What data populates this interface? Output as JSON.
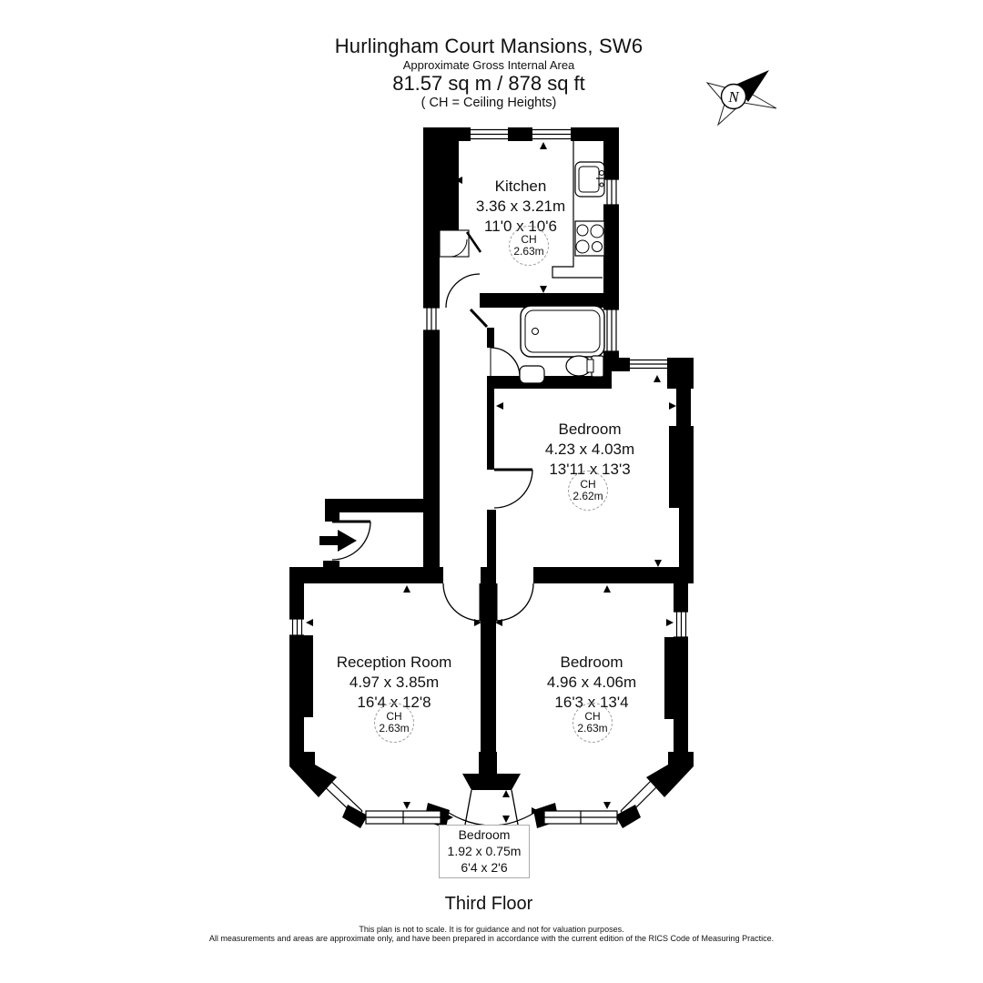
{
  "header": {
    "title": "Hurlingham Court Mansions, SW6",
    "subtitle": "Approximate Gross Internal Area",
    "area": "81.57 sq m /  878 sq ft",
    "ch_note": "( CH = Ceiling Heights)"
  },
  "compass": {
    "label": "N"
  },
  "rooms": [
    {
      "name": "Kitchen",
      "metric": "3.36 x 3.21m",
      "imperial": "11'0 x 10'6",
      "ch_label": "CH",
      "ch_value": "2.63m"
    },
    {
      "name": "Bedroom",
      "metric": "4.23 x 4.03m",
      "imperial": "13'11 x 13'3",
      "ch_label": "CH",
      "ch_value": "2.62m"
    },
    {
      "name": "Reception Room",
      "metric": "4.97 x 3.85m",
      "imperial": "16'4 x 12'8",
      "ch_label": "CH",
      "ch_value": "2.63m"
    },
    {
      "name": "Bedroom",
      "metric": "4.96 x 4.06m",
      "imperial": "16'3 x 13'4",
      "ch_label": "CH",
      "ch_value": "2.63m"
    },
    {
      "name": "Bedroom",
      "metric": "1.92 x 0.75m",
      "imperial": "6'4 x 2'6"
    }
  ],
  "floor_label": "Third Floor",
  "disclaimer": {
    "line1": "This plan is not to scale. It is for guidance and not for valuation purposes.",
    "line2": "All measurements and areas are approximate only, and have been prepared in accordance with the current edition of the RICS Code of Measuring Practice."
  },
  "colors": {
    "wall": "#000000",
    "dashed_circle": "#999999",
    "label_box_border": "#aaaaaa"
  }
}
